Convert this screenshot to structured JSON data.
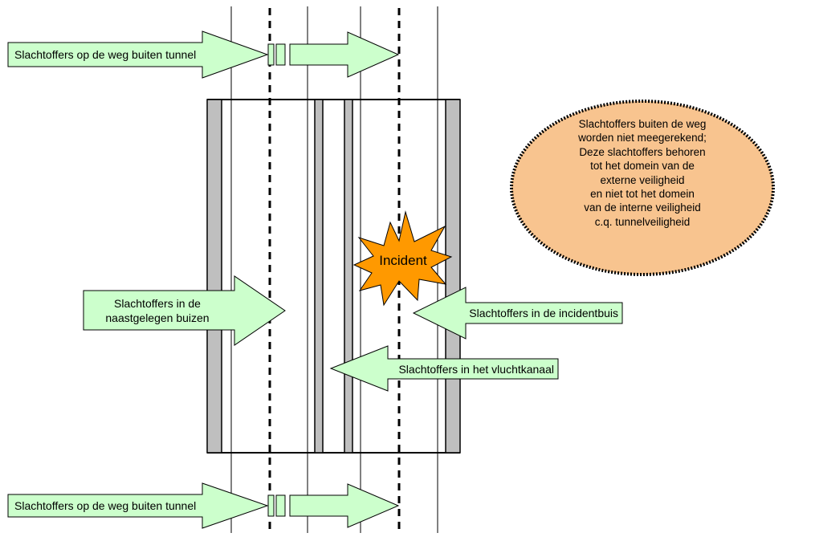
{
  "colors": {
    "arrow_fill": "#ccffcc",
    "oval_fill": "#f8c48f",
    "burst_fill": "#ff9900",
    "wall_fill": "#bfbfbf"
  },
  "labels": {
    "outside_tunnel_top": "Slachtoffers op de weg buiten tunnel",
    "outside_tunnel_bottom": "Slachtoffers op de weg buiten tunnel",
    "adjacent_tubes_line1": "Slachtoffers in de",
    "adjacent_tubes_line2": "naastgelegen buizen",
    "incident_tube": "Slachtoffers in de incidentbuis",
    "escape_channel": "Slachtoffers in het vluchtkanaal",
    "incident": "Incident"
  },
  "note": {
    "lines": [
      "Slachtoffers buiten de weg",
      "worden niet meegerekend;",
      "Deze slachtoffers behoren",
      "tot het domein van de",
      "externe veiligheid",
      "en niet tot het domein",
      "van de interne veiligheid",
      "c.q. tunnelveiligheid"
    ]
  }
}
